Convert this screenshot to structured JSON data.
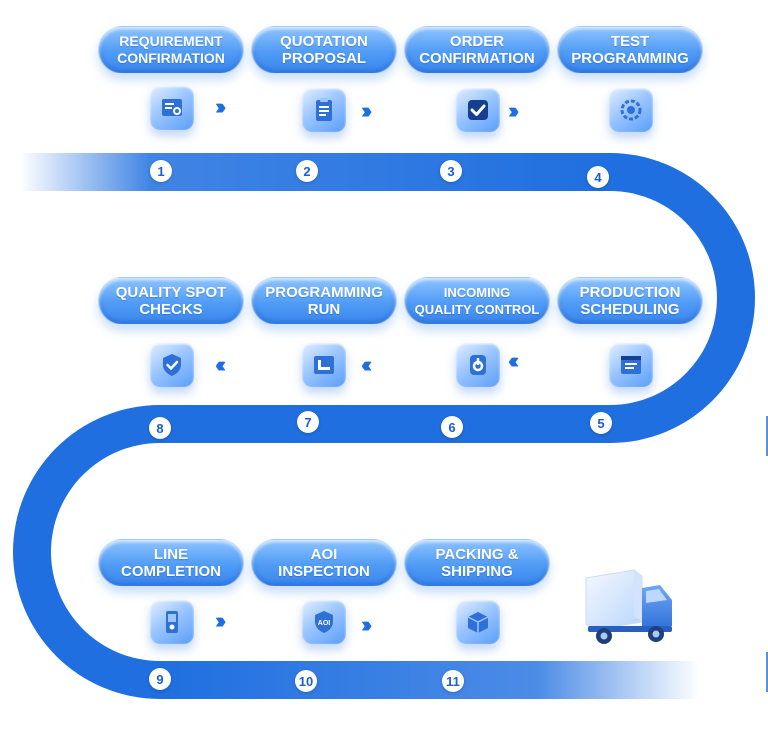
{
  "steps": [
    {
      "number": "1",
      "lines": [
        "REQUIREMENT",
        "CONFIRMATION"
      ],
      "icon": "document-search-icon"
    },
    {
      "number": "2",
      "lines": [
        "QUOTATION",
        "PROPOSAL"
      ],
      "icon": "clipboard-list-icon"
    },
    {
      "number": "3",
      "lines": [
        "ORDER",
        "CONFIRMATION"
      ],
      "icon": "check-box-icon"
    },
    {
      "number": "4",
      "lines": [
        "TEST",
        "PROGRAMMING"
      ],
      "icon": "gear-icon"
    },
    {
      "number": "5",
      "lines": [
        "PRODUCTION",
        "SCHEDULING"
      ],
      "icon": "schedule-list-icon"
    },
    {
      "number": "6",
      "lines": [
        "INCOMING",
        "QUALITY CONTROL"
      ],
      "icon": "quality-control-icon"
    },
    {
      "number": "7",
      "lines": [
        "PROGRAMMING",
        "RUN"
      ],
      "icon": "program-run-icon"
    },
    {
      "number": "8",
      "lines": [
        "QUALITY SPOT",
        "CHECKS"
      ],
      "icon": "shield-check-icon"
    },
    {
      "number": "9",
      "lines": [
        "LINE",
        "COMPLETION"
      ],
      "icon": "line-device-icon"
    },
    {
      "number": "10",
      "lines": [
        "AOI",
        "INSPECTION"
      ],
      "icon": "aoi-shield-icon"
    },
    {
      "number": "11",
      "lines": [
        "PACKING &",
        "SHIPPING"
      ],
      "icon": "package-box-icon"
    }
  ],
  "aoi_label": "AOI",
  "arrow_right": "››››",
  "arrow_left": "‹‹‹‹",
  "colors": {
    "path": "#1f6fe0",
    "pill_top": "#8ec4ff",
    "pill_bottom": "#3a86ee",
    "number_text": "#1c5fcf"
  },
  "truck_icon": "delivery-truck-icon"
}
